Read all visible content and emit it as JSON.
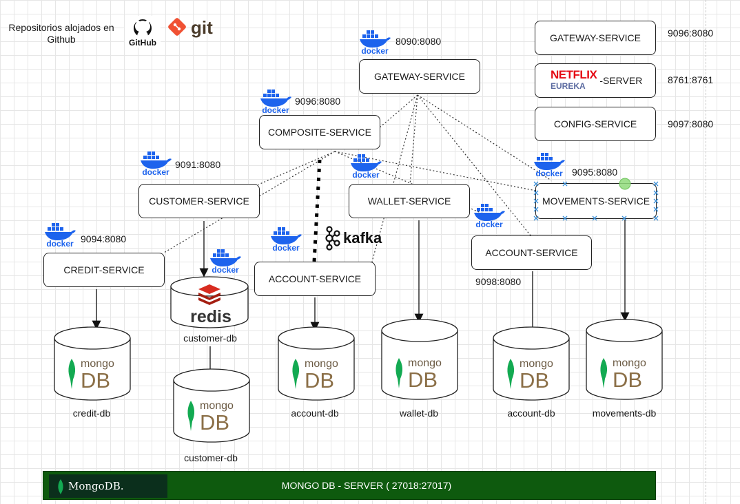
{
  "repo": {
    "text_line1": "Repositorios alojados en",
    "text_line2": "Github",
    "github_label": "GitHub",
    "git_label": "git"
  },
  "docker_label": "docker",
  "kafka_label": "kafka",
  "redis_label": "redis",
  "mongo_word": "mongo",
  "db_word": "DB",
  "legend": {
    "gateway_label": "GATEWAY-SERVICE",
    "gateway_port": "9096:8080",
    "eureka_label": "-SERVER",
    "eureka_netflix": "NETFLIX",
    "eureka_eureka": "EUREKA",
    "eureka_port": "8761:8761",
    "config_label": "CONFIG-SERVICE",
    "config_port": "9097:8080"
  },
  "services": {
    "gateway": {
      "label": "GATEWAY-SERVICE",
      "port": "8090:8080"
    },
    "composite": {
      "label": "COMPOSITE-SERVICE",
      "port": "9096:8080"
    },
    "customer": {
      "label": "CUSTOMER-SERVICE",
      "port": "9091:8080"
    },
    "credit": {
      "label": "CREDIT-SERVICE",
      "port": "9094:8080"
    },
    "wallet": {
      "label": "WALLET-SERVICE"
    },
    "account_center": {
      "label": "ACCOUNT-SERVICE"
    },
    "account_right": {
      "label": "ACCOUNT-SERVICE",
      "port": "9098:8080"
    },
    "movements": {
      "label": "MOVEMENTS-SERVICE",
      "port": "9095:8080"
    }
  },
  "databases": {
    "credit": "credit-db",
    "customer_cache": "customer-db",
    "customer": "customer-db",
    "account_center": "account-db",
    "wallet": "wallet-db",
    "account_right": "account-db",
    "movements": "movements-db"
  },
  "mongo_server": {
    "title": "MONGO DB - SERVER  ( 27018:27017)",
    "logo_text": "MongoDB."
  },
  "colors": {
    "docker_blue": "#1d63ed",
    "redis_red": "#d82c20",
    "mongo_green": "#13aa52",
    "mongo_brown": "#8b6f47",
    "server_bar": "#0e5a0e",
    "netflix_red": "#e50914",
    "eureka_blue": "#5a6aa0",
    "selection_blue": "#3a8fd8"
  }
}
